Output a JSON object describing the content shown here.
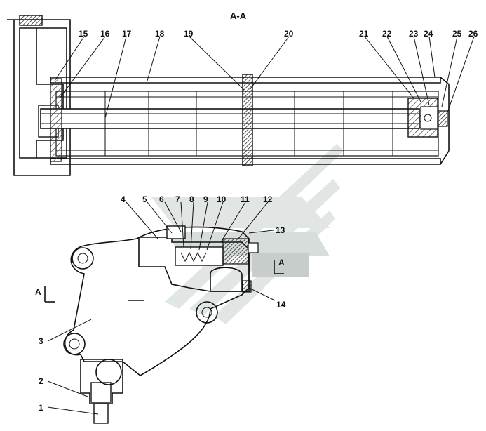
{
  "section_title": "А-А",
  "section_marker": "А",
  "colors": {
    "ink": "#111111",
    "hatch": "#555555",
    "watermark": "#c9d3cf"
  },
  "callouts": {
    "c1": "1",
    "c2": "2",
    "c3": "3",
    "c4": "4",
    "c5": "5",
    "c6": "6",
    "c7": "7",
    "c8": "8",
    "c9": "9",
    "c10": "10",
    "c11": "11",
    "c12": "12",
    "c13": "13",
    "c14": "14",
    "c15": "15",
    "c16": "16",
    "c17": "17",
    "c18": "18",
    "c19": "19",
    "c20": "20",
    "c21": "21",
    "c22": "22",
    "c23": "23",
    "c24": "24",
    "c25": "25",
    "c26": "26"
  }
}
